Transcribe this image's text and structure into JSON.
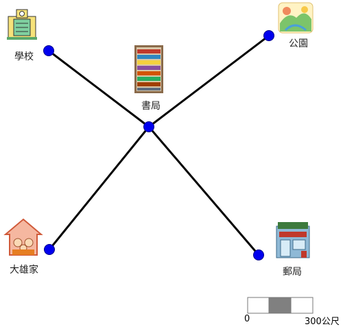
{
  "places": {
    "school": {
      "label": "學校",
      "icon": "school-building-icon"
    },
    "bookstore": {
      "label": "書局",
      "icon": "bookshelf-icon"
    },
    "park": {
      "label": "公園",
      "icon": "park-icon"
    },
    "home": {
      "label": "大雄家",
      "icon": "family-house-icon"
    },
    "post": {
      "label": "郵局",
      "icon": "post-office-icon"
    }
  },
  "scale_bar": {
    "start_label": "0",
    "end_label": "300公尺"
  },
  "colors": {
    "node": "#0000ee",
    "road": "#000000",
    "scale_dark": "#808080"
  }
}
